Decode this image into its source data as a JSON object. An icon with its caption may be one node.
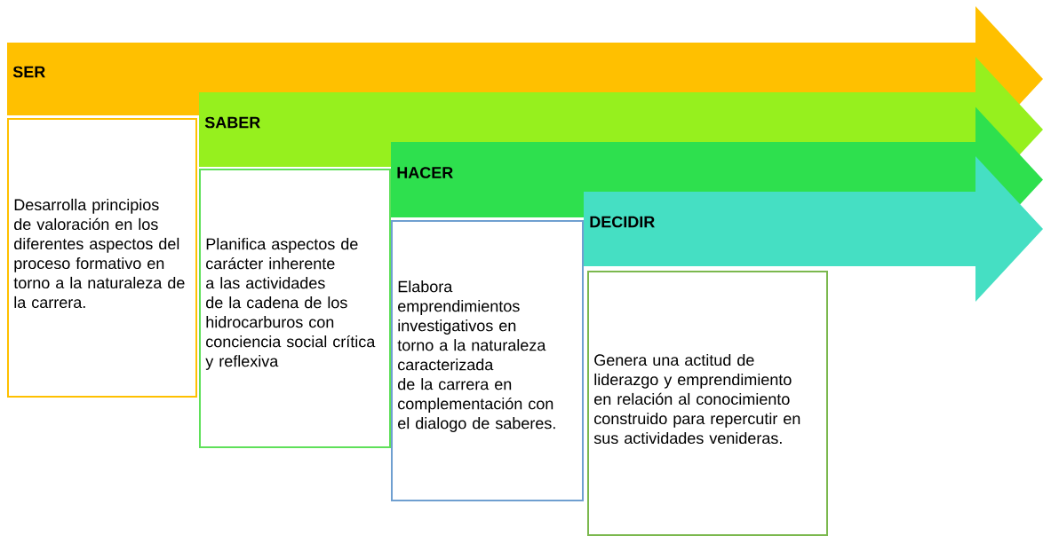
{
  "diagram": {
    "nodes": [
      {
        "text": [
          "SER"
        ]
      },
      {
        "text": [
          "SABER"
        ]
      },
      {
        "text": [
          "HACER"
        ]
      },
      {
        "text": [
          "DECIDIR"
        ]
      },
      {
        "text": [
          "Desarrolla principios de valoración en los diferentes aspectos del proceso formativo en torno a la naturaleza de la carrera."
        ]
      },
      {
        "text": [
          "Planifica aspectos de carácter inherente a las actividades de la cadena de los hidrocarburos con conciencia social crítica y reflexiva"
        ]
      },
      {
        "text": [
          "Elabora emprendimientos investigativos en torno a la naturaleza caracterizada de la carrera en complementación con el dialogo de saberes."
        ]
      },
      {
        "text": [
          "Genera una actitud de liderazgo y emprendimiento en relación al conocimiento construido para repercutir en sus actividades venideras."
        ]
      }
    ]
  }
}
